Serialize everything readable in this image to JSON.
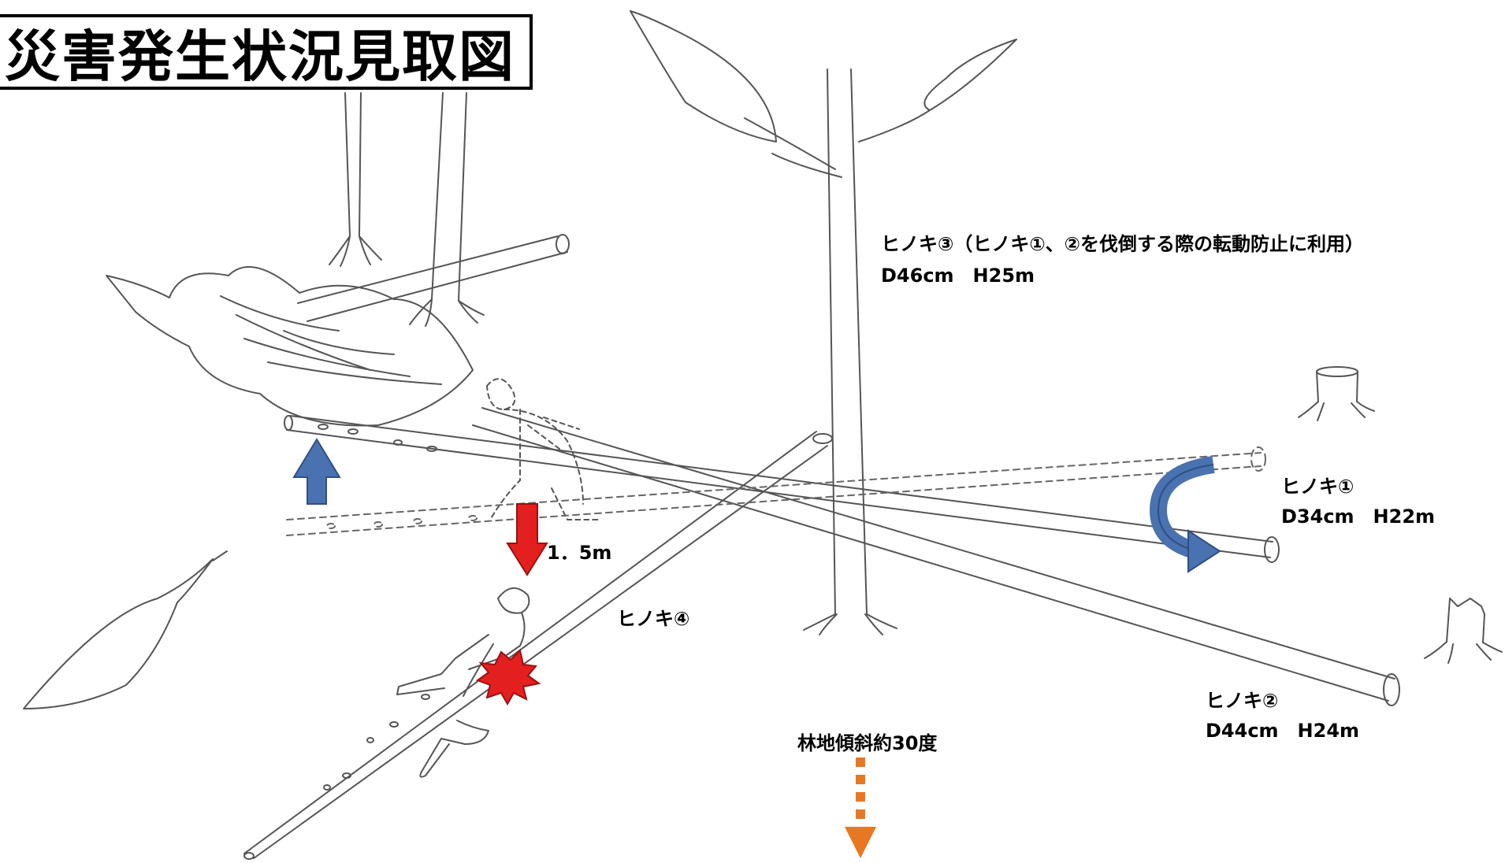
{
  "title": "災害発生状況見取図",
  "labels": {
    "tree3_desc": "ヒノキ③（ヒノキ①、②を伐倒する際の転動防止に利用）",
    "tree3_size": "D46cm　H25m",
    "tree1_name": "ヒノキ①",
    "tree1_size": "D34cm　H22m",
    "tree2_name": "ヒノキ②",
    "tree2_size": "D44cm　H24m",
    "tree4_name": "ヒノキ④",
    "distance": "1．5m",
    "slope": "林地傾斜約30度"
  },
  "colors": {
    "line": "#555555",
    "dashed": "#666666",
    "blue": "#4a72b0",
    "blue_stroke": "#2e4f83",
    "red": "#e41f1f",
    "red_stroke": "#9c1010",
    "orange": "#e87722"
  }
}
